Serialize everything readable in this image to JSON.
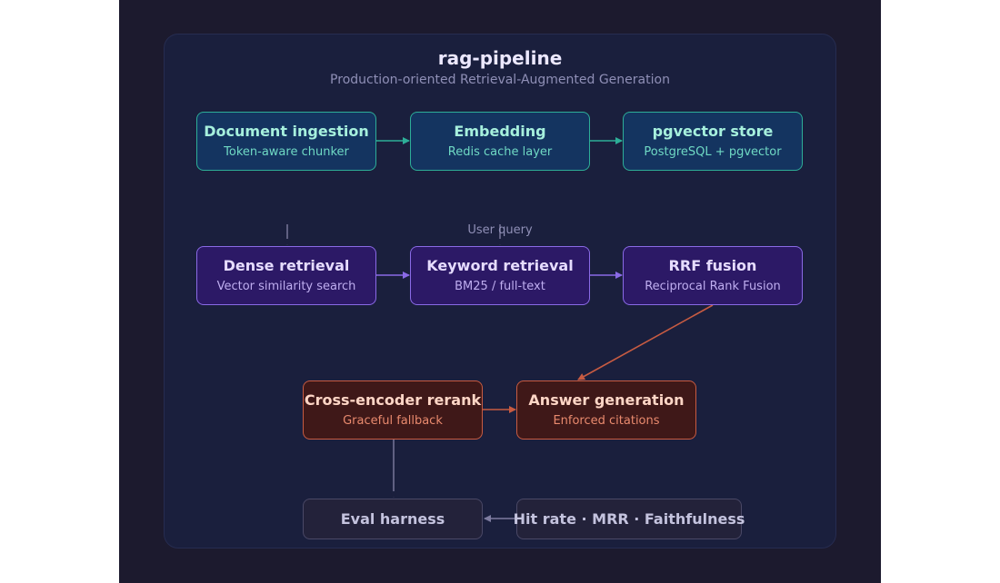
{
  "diagram": {
    "title": "rag-pipeline",
    "subtitle": "Production-oriented Retrieval-Augmented Generation",
    "user_query_label": "User query",
    "nodes": {
      "ingestion": {
        "title": "Document ingestion",
        "sub": "Token-aware chunker"
      },
      "embedding": {
        "title": "Embedding",
        "sub": "Redis cache layer"
      },
      "store": {
        "title": "pgvector store",
        "sub": "PostgreSQL + pgvector"
      },
      "dense": {
        "title": "Dense retrieval",
        "sub": "Vector similarity search"
      },
      "keyword": {
        "title": "Keyword retrieval",
        "sub": "BM25 / full-text"
      },
      "rrf": {
        "title": "RRF fusion",
        "sub": "Reciprocal Rank Fusion"
      },
      "rerank": {
        "title": "Cross-encoder rerank",
        "sub": "Graceful fallback"
      },
      "answer": {
        "title": "Answer generation",
        "sub": "Enforced citations"
      },
      "eval": {
        "title": "Eval harness"
      },
      "metrics": {
        "title": "Hit rate · MRR · Faithfulness"
      }
    },
    "colors": {
      "background": "#1c1a2e",
      "panel": "#1a1f3d",
      "teal_edge": "#2dae98",
      "purple_edge": "#8a6ae6",
      "red_edge": "#c75b42",
      "grey_edge": "#7e7ca0"
    }
  }
}
